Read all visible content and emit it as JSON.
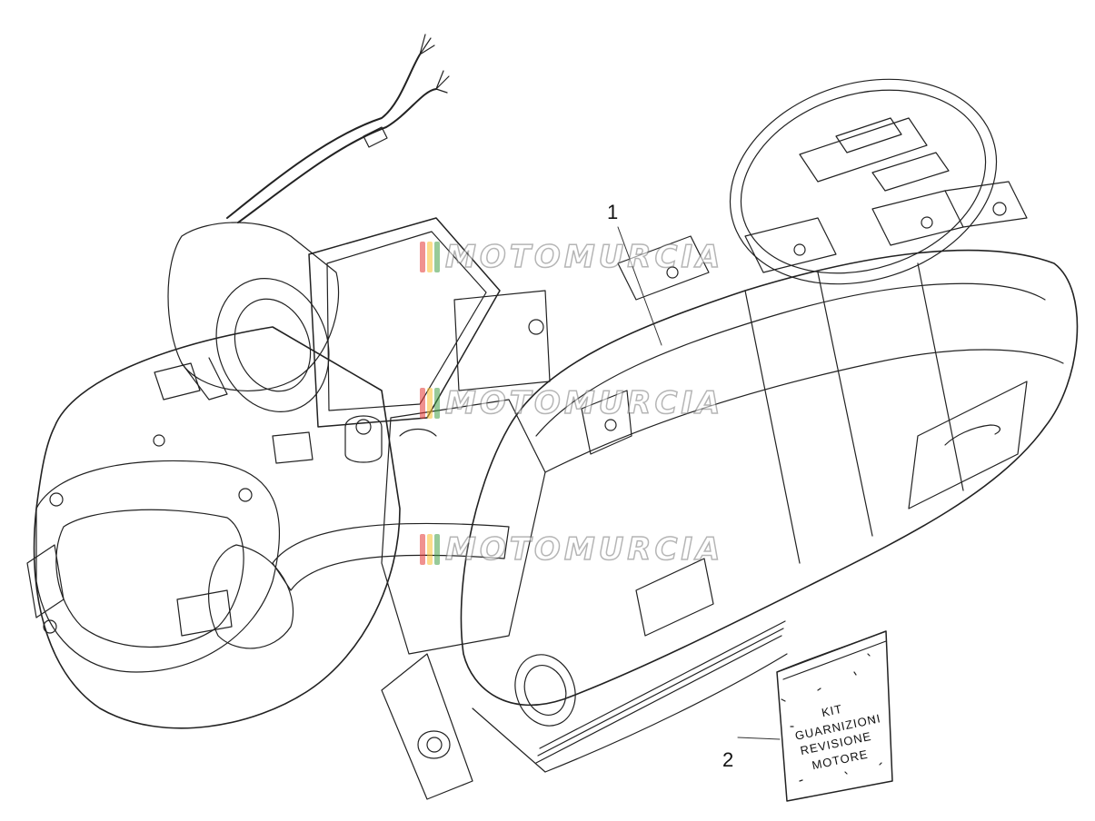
{
  "callouts": {
    "part_1": "1",
    "part_2": "2"
  },
  "watermark": {
    "text": "MOTOMURCIA",
    "stripe_colors": [
      "#e53935",
      "#fbc02d",
      "#43a047"
    ]
  },
  "gasket_kit_label": {
    "line1": "KIT",
    "line2": "GUARNIZIONI",
    "line3": "REVISIONE",
    "line4": "MOTORE"
  },
  "colors": {
    "line": "#222222",
    "background": "#ffffff"
  }
}
